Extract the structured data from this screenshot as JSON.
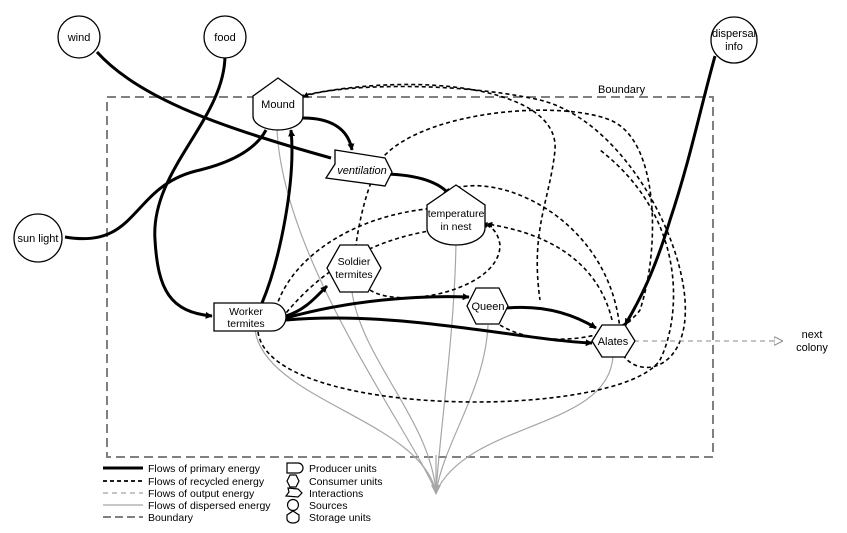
{
  "sources": {
    "wind": "wind",
    "food": "food",
    "dispersal_info": [
      "dispersal",
      "info"
    ],
    "sun_light": "sun light"
  },
  "nodes": {
    "mound": "Mound",
    "ventilation": "ventilation",
    "temperature": [
      "temperature",
      "in nest"
    ],
    "soldier": [
      "Soldier",
      "termites"
    ],
    "worker": [
      "Worker",
      "termites"
    ],
    "queen": "Queen",
    "alates": "Alates"
  },
  "boundary_label": "Boundary",
  "output_target": [
    "next",
    "colony"
  ],
  "legend": {
    "flows": [
      {
        "style": "primary",
        "label": "Flows of primary energy"
      },
      {
        "style": "recycled",
        "label": "Flows of recycled energy"
      },
      {
        "style": "output",
        "label": "Flows of output energy"
      },
      {
        "style": "dispersed",
        "label": "Flows of dispersed energy"
      },
      {
        "style": "boundary",
        "label": "Boundary"
      }
    ],
    "units": [
      {
        "shape": "producer",
        "label": "Producer units"
      },
      {
        "shape": "consumer",
        "label": "Consumer units"
      },
      {
        "shape": "interaction",
        "label": "Interactions"
      },
      {
        "shape": "source",
        "label": "Sources"
      },
      {
        "shape": "storage",
        "label": "Storage units"
      }
    ]
  },
  "colors": {
    "primary": "#000000",
    "dispersed": "#a6a6a6",
    "boundary": "#808080",
    "output": "#8a8a8a"
  }
}
